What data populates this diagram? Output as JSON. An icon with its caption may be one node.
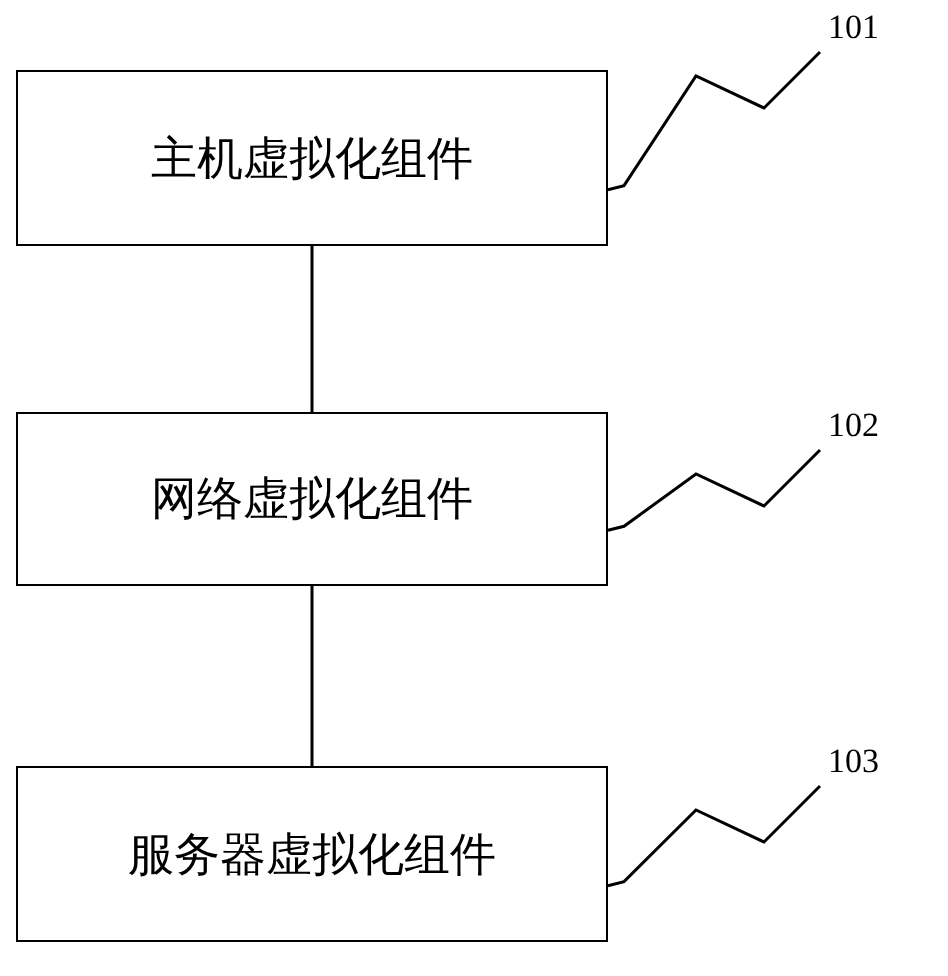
{
  "diagram": {
    "nodes": [
      {
        "text": [
          "主机虚拟化组件"
        ]
      },
      {
        "text": [
          "网络虚拟化组件"
        ]
      },
      {
        "text": [
          "服务器虚拟化组件"
        ]
      },
      {
        "text": [
          "101"
        ]
      },
      {
        "text": [
          "102"
        ]
      },
      {
        "text": [
          "103"
        ]
      }
    ],
    "edges": [
      {
        "from": 0,
        "to": 1,
        "arrow": "none"
      },
      {
        "from": 1,
        "to": 2,
        "arrow": "none"
      },
      {
        "from": 3,
        "to": 0,
        "arrow": "none"
      },
      {
        "from": 4,
        "to": 1,
        "arrow": "none"
      },
      {
        "from": 5,
        "to": 2,
        "arrow": "none"
      }
    ]
  }
}
